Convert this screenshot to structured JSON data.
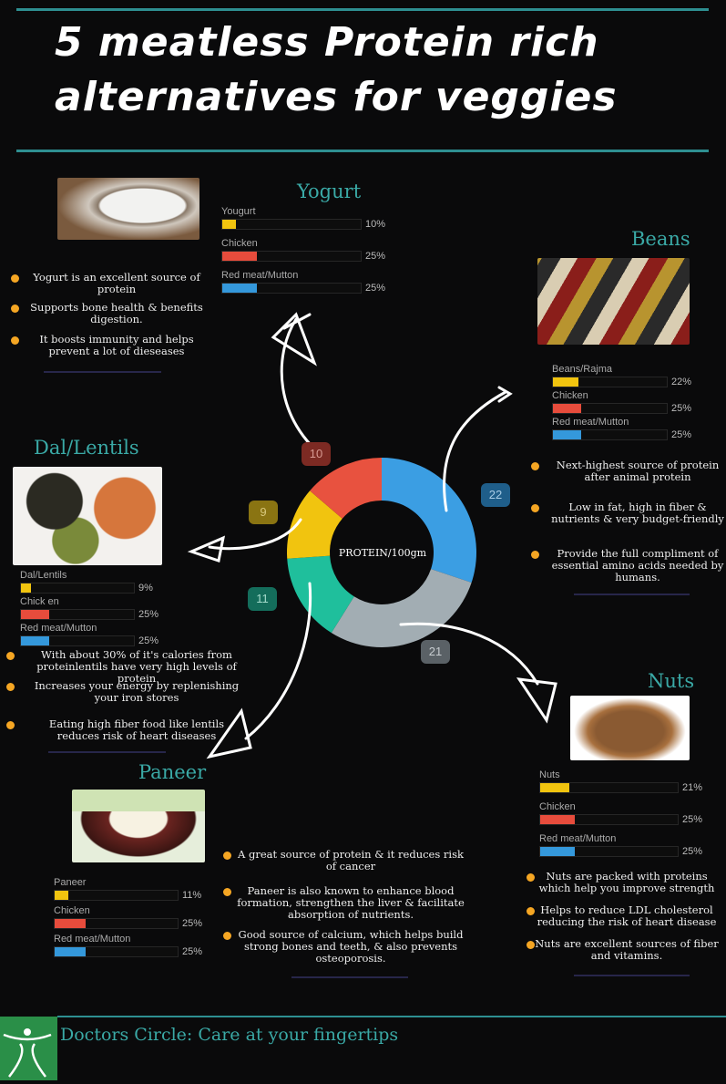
{
  "title": {
    "line1": "5 meatless Protein rich",
    "line2": "alternatives for veggies"
  },
  "colors": {
    "accent": "#3aa9a6",
    "bullet": "#f5a623",
    "food": "#f1c40f",
    "chicken": "#e74c3c",
    "red_meat": "#3498db"
  },
  "sections": {
    "yogurt": {
      "title": "Yogurt",
      "bars": [
        {
          "label": "Yougurt",
          "value": 10,
          "pct": "10%"
        },
        {
          "label": "Chicken",
          "value": 25,
          "pct": "25%"
        },
        {
          "label": "Red meat/Mutton",
          "value": 25,
          "pct": "25%"
        }
      ],
      "bullets": [
        "Yogurt is an excellent source of protein",
        "Supports bone health &  benefits digestion.",
        "It boosts immunity and helps prevent a lot of dieseases"
      ]
    },
    "beans": {
      "title": "Beans",
      "bars": [
        {
          "label": "Beans/Rajma",
          "value": 22,
          "pct": "22%"
        },
        {
          "label": "Chicken",
          "value": 25,
          "pct": "25%"
        },
        {
          "label": "Red meat/Mutton",
          "value": 25,
          "pct": "25%"
        }
      ],
      "bullets": [
        "Next-highest source of protein after animal protein",
        "Low in fat, high in fiber & nutrients & very budget-friendly",
        "Provide the full compliment of essential amino acids needed by humans."
      ]
    },
    "dal": {
      "title": "Dal/Lentils",
      "bars": [
        {
          "label": "Dal/Lentils",
          "value": 9,
          "pct": "9%"
        },
        {
          "label": "Chick en",
          "value": 25,
          "pct": "25%"
        },
        {
          "label": "Red meat/Mutton",
          "value": 25,
          "pct": "25%"
        }
      ],
      "bullets": [
        "With about 30% of it's calories from proteinlentils have very high levels of protein",
        "Increases your energy by replenishing your iron stores",
        "Eating high fiber food like lentils reduces risk of heart diseases"
      ]
    },
    "paneer": {
      "title": "Paneer",
      "bars": [
        {
          "label": "Paneer",
          "value": 11,
          "pct": "11%"
        },
        {
          "label": "Chicken",
          "value": 25,
          "pct": "25%"
        },
        {
          "label": "Red meat/Mutton",
          "value": 25,
          "pct": "25%"
        }
      ],
      "bullets": [
        "A great source of protein & it reduces risk of cancer",
        "Paneer is also known to enhance blood formation, strengthen the liver & facilitate absorption of nutrients.",
        "Good source of calcium, which helps build strong bones and teeth, & also prevents osteoporosis."
      ]
    },
    "nuts": {
      "title": "Nuts",
      "bars": [
        {
          "label": "Nuts",
          "value": 21,
          "pct": "21%"
        },
        {
          "label": "Chicken",
          "value": 25,
          "pct": "25%"
        },
        {
          "label": "Red meat/Mutton",
          "value": 25,
          "pct": "25%"
        }
      ],
      "bullets": [
        "Nuts are packed with proteins which help you improve strength",
        "Helps to reduce LDL cholesterol reducing the risk of heart disease",
        "Nuts are excellent sources of fiber and vitamins."
      ]
    }
  },
  "chart_data": {
    "type": "pie",
    "donut": true,
    "center_label": "PROTEIN/100gm",
    "slices": [
      {
        "value": 22,
        "label": "22",
        "color": "#3b9ee3"
      },
      {
        "value": 21,
        "label": "21",
        "color": "#a2adb3"
      },
      {
        "value": 11,
        "label": "11",
        "color": "#1fbf9c"
      },
      {
        "value": 9,
        "label": "9",
        "color": "#f1c40f"
      },
      {
        "value": 10,
        "label": "10",
        "color": "#e8523f"
      }
    ]
  },
  "footer": {
    "text": "Doctors Circle: Care at your fingertips"
  }
}
